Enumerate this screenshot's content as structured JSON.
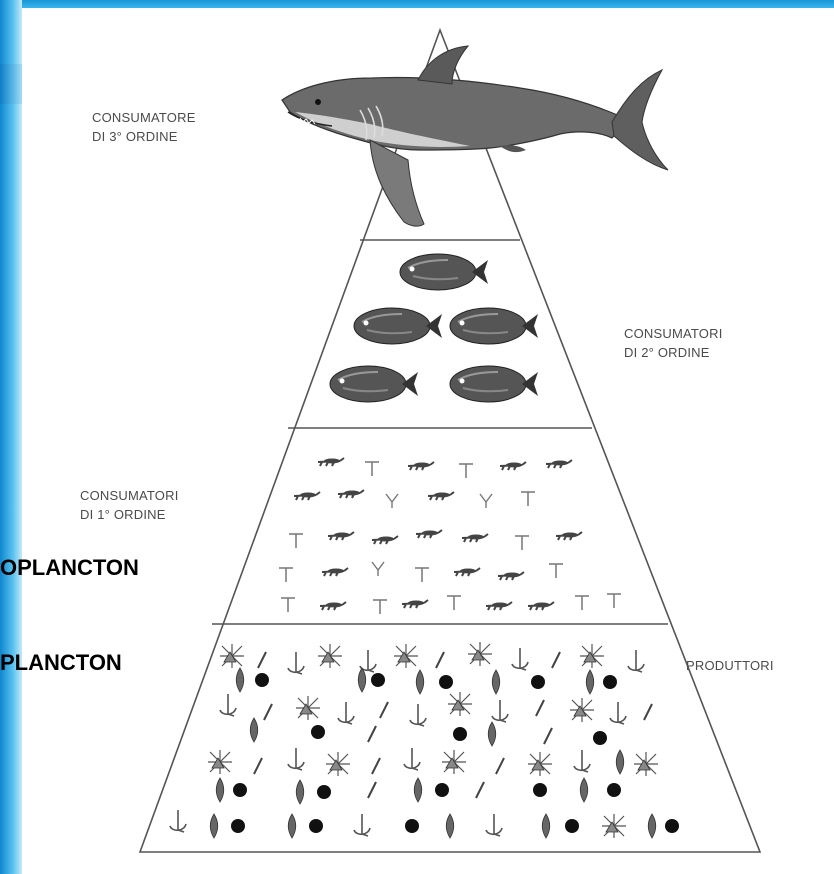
{
  "levels": {
    "tertiary": {
      "label": "CONSUMATORE\nDI 3° ORDINE"
    },
    "secondary": {
      "label": "CONSUMATORI\nDI 2° ORDINE"
    },
    "primary": {
      "label": "CONSUMATORI\nDI 1° ORDINE"
    },
    "producers": {
      "label": "PRODUTTORI"
    }
  },
  "side_labels": {
    "zooplankton": "OPLANCTON",
    "phytoplankton": "PLANCTON"
  },
  "colors": {
    "frame_blue": "#1a96d8",
    "line": "#555555",
    "text": "#4b4b4b"
  },
  "icons": {
    "apex": "shark-icon",
    "secondary": "fish-icon",
    "primary": "zooplankton-icon",
    "producers": "phytoplankton-icon"
  }
}
